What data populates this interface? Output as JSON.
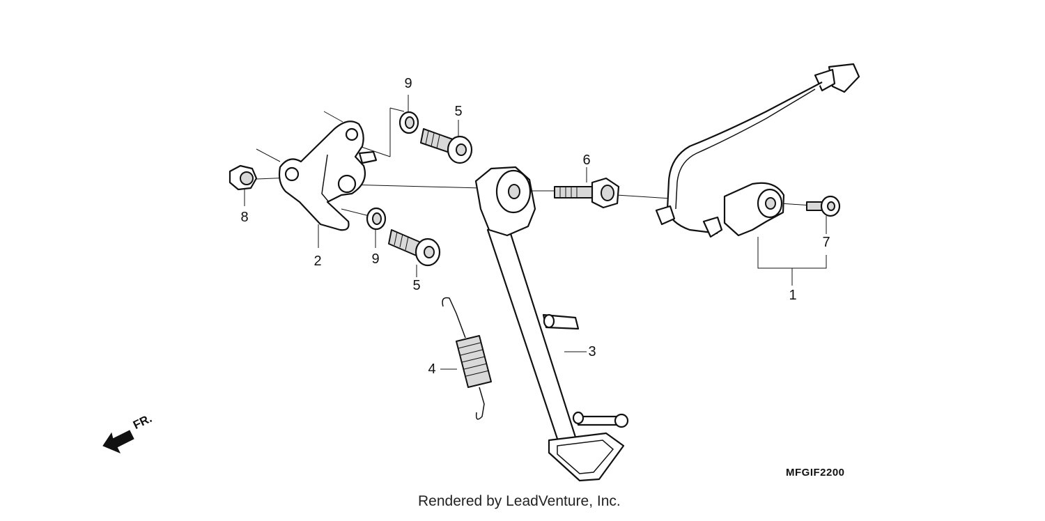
{
  "callouts": {
    "c1": "1",
    "c2": "2",
    "c3": "3",
    "c4": "4",
    "c5a": "5",
    "c5b": "5",
    "c6": "6",
    "c7": "7",
    "c8": "8",
    "c9a": "9",
    "c9b": "9"
  },
  "diagram_code": "MFGIF2200",
  "front_label": "FR.",
  "credit": "Rendered by LeadVenture, Inc."
}
